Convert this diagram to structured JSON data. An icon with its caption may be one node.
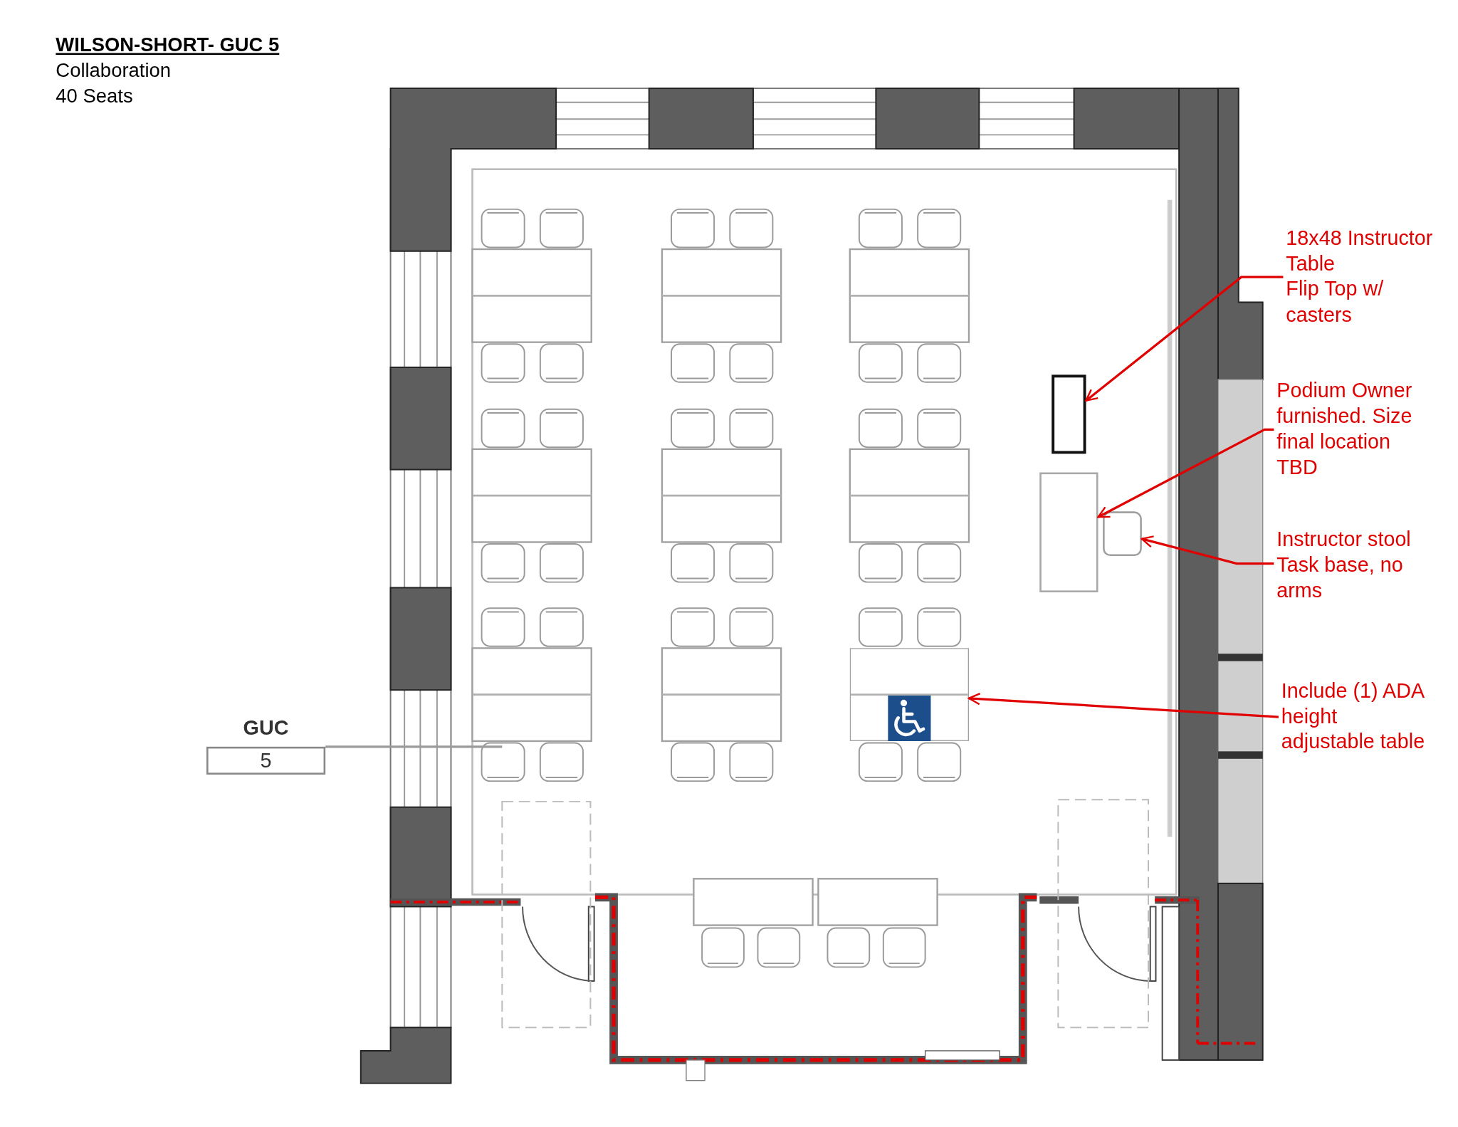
{
  "diagram": {
    "title": "WILSON-SHORT- GUC 5",
    "nodes": [
      {
        "text": [
          "18x48 Instructor Table",
          "Flip Top w/ casters"
        ]
      },
      {
        "text": [],
        "shape": "box"
      },
      {
        "text": [
          "Podium Owner furnished. Size final location TBD"
        ]
      },
      {
        "text": [],
        "shape": "box"
      },
      {
        "text": [
          "Instructor stool",
          "Task base, no arms"
        ]
      },
      {
        "text": [],
        "shape": "box"
      },
      {
        "text": [
          "Include (1) ADA height adjustable table"
        ]
      },
      {
        "text": [],
        "shape": "box"
      },
      {
        "text": [
          "GUC",
          "5"
        ]
      }
    ],
    "edges": [
      {
        "from": 0,
        "to": 1,
        "arrow": "to"
      },
      {
        "from": 2,
        "to": 3,
        "arrow": "to"
      },
      {
        "from": 4,
        "to": 5,
        "arrow": "to"
      },
      {
        "from": 6,
        "to": 7,
        "arrow": "to"
      },
      {
        "from": 8,
        "to": null,
        "arrow": "none",
        "color": "#9a9a9a"
      }
    ],
    "labels": [
      "Collaboration",
      "40 Seats"
    ]
  }
}
